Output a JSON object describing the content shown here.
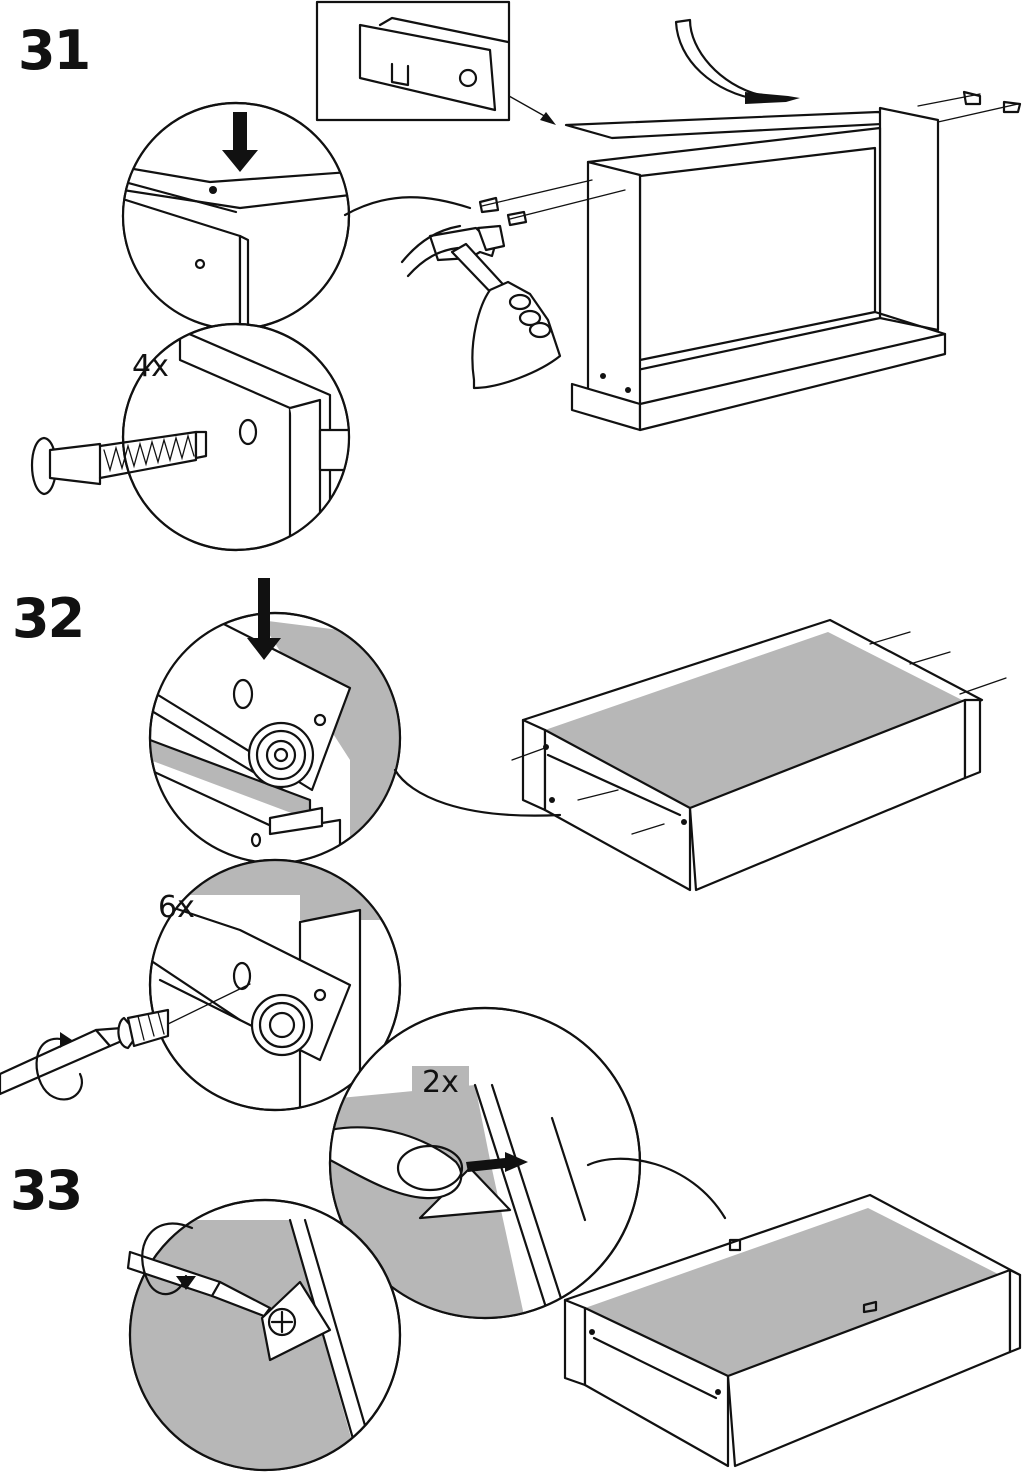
{
  "document": {
    "type": "assembly-instructions",
    "steps": [
      {
        "number": "31",
        "quantity": "4x"
      },
      {
        "number": "32",
        "quantity": "6x"
      },
      {
        "number": "33",
        "quantity": "2x"
      }
    ],
    "icons": [
      "down-arrow-icon",
      "right-arrow-icon",
      "rotation-arrow-icon",
      "hammer-icon",
      "dowel-pin-icon",
      "screwdriver-icon",
      "screw-icon",
      "wheel-icon"
    ]
  }
}
